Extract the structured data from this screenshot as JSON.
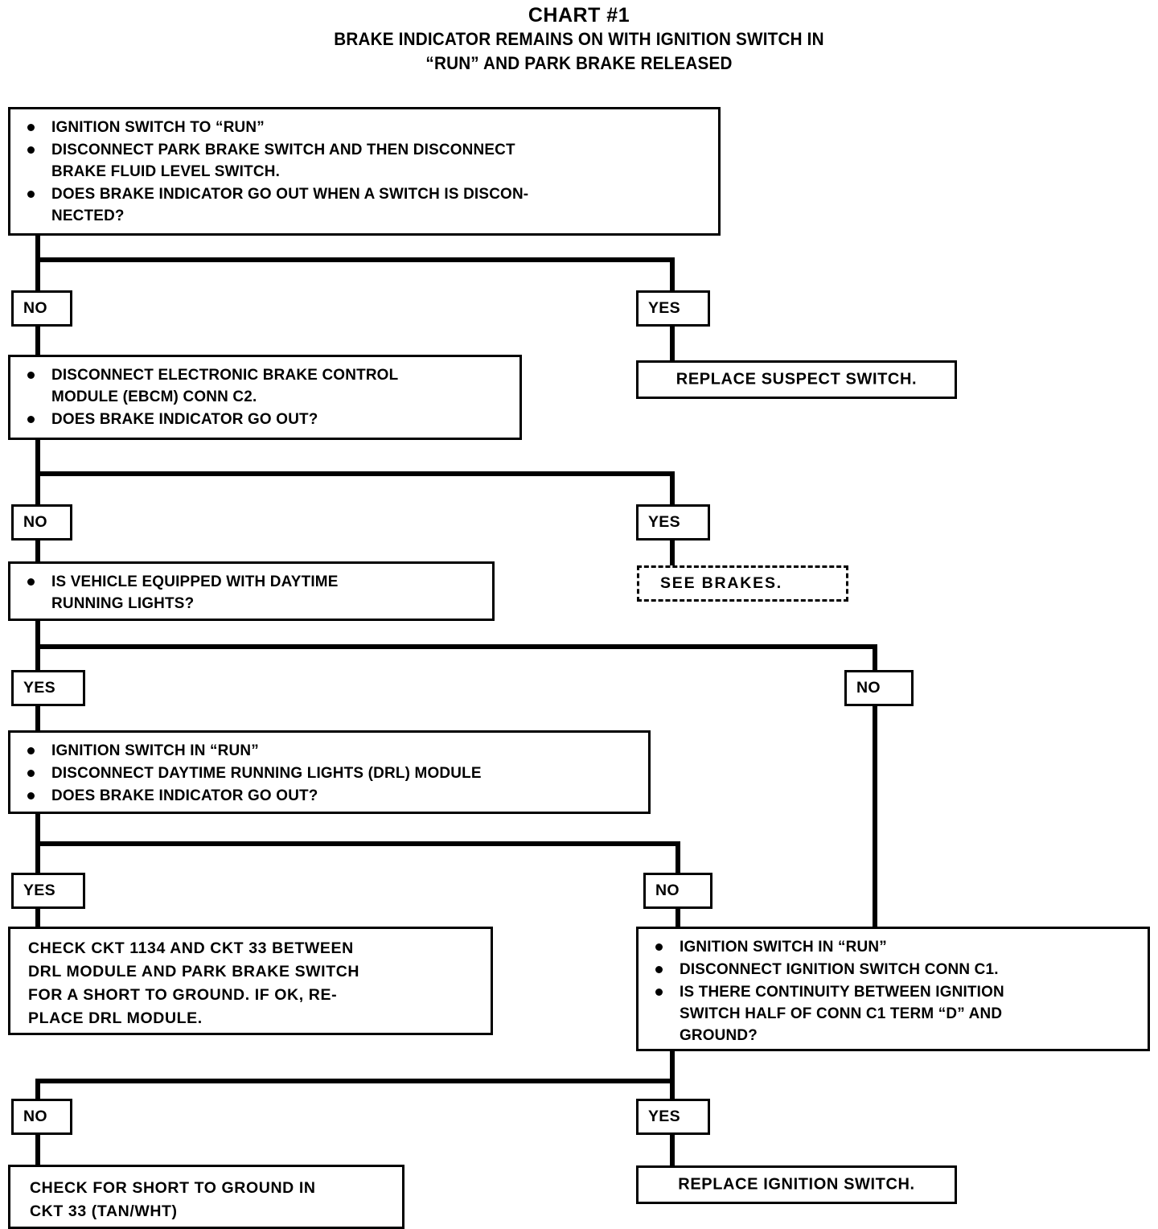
{
  "title": {
    "chart": "CHART #1",
    "subtitle_line1": "BRAKE INDICATOR REMAINS ON WITH IGNITION SWITCH IN",
    "subtitle_line2": "“RUN” AND PARK BRAKE RELEASED"
  },
  "colors": {
    "ink": "#000000",
    "paper": "#ffffff"
  },
  "nodes": {
    "step1": {
      "bullets": [
        "IGNITION SWITCH TO “RUN”",
        "DISCONNECT PARK BRAKE SWITCH AND THEN DISCONNECT\nBRAKE FLUID LEVEL SWITCH.",
        "DOES BRAKE INDICATOR GO OUT WHEN A SWITCH IS DISCON-\nNECTED?"
      ]
    },
    "branch1_no": "NO",
    "branch1_yes": "YES",
    "replace_suspect_switch": "REPLACE SUSPECT SWITCH.",
    "step2": {
      "bullets": [
        "DISCONNECT ELECTRONIC BRAKE CONTROL\nMODULE (EBCM) CONN C2.",
        "DOES BRAKE INDICATOR GO OUT?"
      ]
    },
    "branch2_no": "NO",
    "branch2_yes": "YES",
    "see_brakes": "SEE  BRAKES.",
    "step3": {
      "bullets": [
        "IS VEHICLE EQUIPPED WITH DAYTIME\nRUNNING LIGHTS?"
      ]
    },
    "branch3_yes": "YES",
    "branch3_no": "NO",
    "step4": {
      "bullets": [
        "IGNITION SWITCH IN “RUN”",
        "DISCONNECT DAYTIME RUNNING LIGHTS (DRL) MODULE",
        "DOES BRAKE INDICATOR GO OUT?"
      ]
    },
    "branch4_yes": "YES",
    "branch4_no": "NO",
    "check_ckt_drl": "CHECK CKT 1134 AND CKT 33 BETWEEN\nDRL MODULE AND PARK BRAKE SWITCH\nFOR A SHORT TO GROUND. IF OK, RE-\nPLACE DRL MODULE.",
    "step5": {
      "bullets": [
        "IGNITION SWITCH IN “RUN”",
        "DISCONNECT IGNITION SWITCH CONN C1.",
        "IS THERE CONTINUITY BETWEEN IGNITION\nSWITCH HALF OF CONN C1 TERM “D” AND\nGROUND?"
      ]
    },
    "branch5_no": "NO",
    "branch5_yes": "YES",
    "check_short_ckt33": "CHECK FOR SHORT TO GROUND IN\nCKT 33 (TAN/WHT)",
    "replace_ignition_switch": "REPLACE IGNITION SWITCH."
  }
}
